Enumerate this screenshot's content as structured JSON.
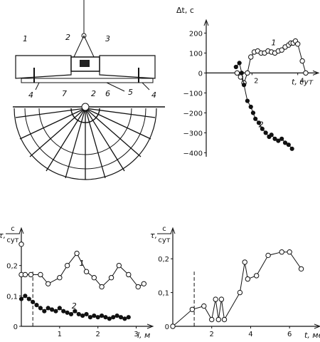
{
  "schematic": {
    "part_labels": [
      "1",
      "2",
      "3",
      "4",
      "5",
      "4",
      "7",
      "2",
      "6"
    ]
  },
  "chart_data": [
    {
      "type": "scatter",
      "title": "",
      "ylabel": "Δt, c",
      "xlabel": "t, сут",
      "xlim": [
        0,
        4.6
      ],
      "ylim": [
        -420,
        230
      ],
      "yticks": [
        200,
        100,
        0,
        -100,
        -200,
        -300,
        -400
      ],
      "ytick_labels": [
        "200",
        "100",
        "0",
        "−100",
        "−200",
        "−300",
        "−400"
      ],
      "xticks": [
        2,
        4
      ],
      "xtick_labels": [
        "2",
        "4"
      ],
      "series": [
        {
          "name": "1",
          "marker": "open",
          "x": [
            1.35,
            1.5,
            1.65,
            1.8,
            1.95,
            2.1,
            2.25,
            2.4,
            2.55,
            2.7,
            2.85,
            3.0,
            3.15,
            3.3,
            3.45,
            3.6,
            3.7,
            3.8,
            3.9,
            4.0,
            4.2,
            4.35
          ],
          "y": [
            0,
            -20,
            -50,
            0,
            80,
            105,
            110,
            100,
            100,
            110,
            105,
            100,
            110,
            115,
            130,
            140,
            150,
            150,
            160,
            145,
            60,
            0
          ]
        },
        {
          "name": "2",
          "marker": "filled",
          "x": [
            1.3,
            1.45,
            1.55,
            1.65,
            1.8,
            1.95,
            2.05,
            2.15,
            2.3,
            2.45,
            2.6,
            2.75,
            2.85,
            3.0,
            3.15,
            3.3,
            3.45,
            3.6,
            3.75
          ],
          "y": [
            30,
            50,
            0,
            -60,
            -140,
            -170,
            -200,
            -230,
            -250,
            -280,
            -300,
            -320,
            -310,
            -330,
            -340,
            -330,
            -350,
            -360,
            -380
          ]
        }
      ]
    },
    {
      "type": "line",
      "title": "",
      "ylabel": "τ, c/сут",
      "ylabel_top": "c",
      "ylabel_bottom": "сут",
      "xlabel": "l, м",
      "xlim": [
        0,
        3.25
      ],
      "ylim": [
        0,
        0.3
      ],
      "yticks": [
        0,
        0.1,
        0.2
      ],
      "ytick_labels": [
        "0",
        "0,1",
        "0,2"
      ],
      "xticks": [
        1,
        2,
        3
      ],
      "xtick_labels": [
        "1",
        "2",
        "3"
      ],
      "dashed_marker_x": 0.3,
      "series": [
        {
          "name": "1",
          "marker": "open",
          "x": [
            0.0,
            0.0,
            0.1,
            0.25,
            0.5,
            0.7,
            1.0,
            1.2,
            1.45,
            1.7,
            1.9,
            2.1,
            2.35,
            2.55,
            2.8,
            3.05,
            3.2
          ],
          "y": [
            0.27,
            0.17,
            0.17,
            0.17,
            0.17,
            0.14,
            0.16,
            0.2,
            0.24,
            0.18,
            0.16,
            0.13,
            0.16,
            0.2,
            0.17,
            0.13,
            0.14
          ]
        },
        {
          "name": "2",
          "marker": "filled",
          "x": [
            0.0,
            0.1,
            0.2,
            0.3,
            0.4,
            0.5,
            0.6,
            0.7,
            0.8,
            0.9,
            1.0,
            1.1,
            1.2,
            1.3,
            1.4,
            1.5,
            1.6,
            1.7,
            1.8,
            1.9,
            2.0,
            2.1,
            2.2,
            2.3,
            2.4,
            2.5,
            2.6,
            2.7,
            2.8
          ],
          "y": [
            0.09,
            0.1,
            0.09,
            0.08,
            0.07,
            0.06,
            0.05,
            0.06,
            0.055,
            0.05,
            0.06,
            0.05,
            0.045,
            0.04,
            0.05,
            0.04,
            0.035,
            0.04,
            0.03,
            0.035,
            0.03,
            0.035,
            0.03,
            0.025,
            0.03,
            0.035,
            0.03,
            0.025,
            0.03
          ]
        }
      ]
    },
    {
      "type": "line",
      "title": "",
      "ylabel": "τ, c/сут",
      "ylabel_top": "c",
      "ylabel_bottom": "сут",
      "xlabel": "t, мес",
      "xlim": [
        0,
        7.2
      ],
      "ylim": [
        0,
        0.27
      ],
      "yticks": [
        0,
        0.1,
        0.2
      ],
      "ytick_labels": [
        "0",
        "0,1",
        "0,2"
      ],
      "xticks": [
        2,
        4,
        6
      ],
      "xtick_labels": [
        "2",
        "4",
        "6"
      ],
      "dashed_marker_x": 1.1,
      "series": [
        {
          "name": "",
          "marker": "open",
          "x": [
            0.0,
            1.0,
            1.6,
            2.0,
            2.2,
            2.35,
            2.5,
            2.65,
            3.45,
            3.7,
            3.85,
            4.3,
            4.9,
            5.6,
            6.0,
            6.6
          ],
          "y": [
            0.0,
            0.05,
            0.06,
            0.02,
            0.08,
            0.02,
            0.08,
            0.02,
            0.1,
            0.19,
            0.14,
            0.15,
            0.21,
            0.22,
            0.22,
            0.17
          ]
        }
      ]
    }
  ]
}
